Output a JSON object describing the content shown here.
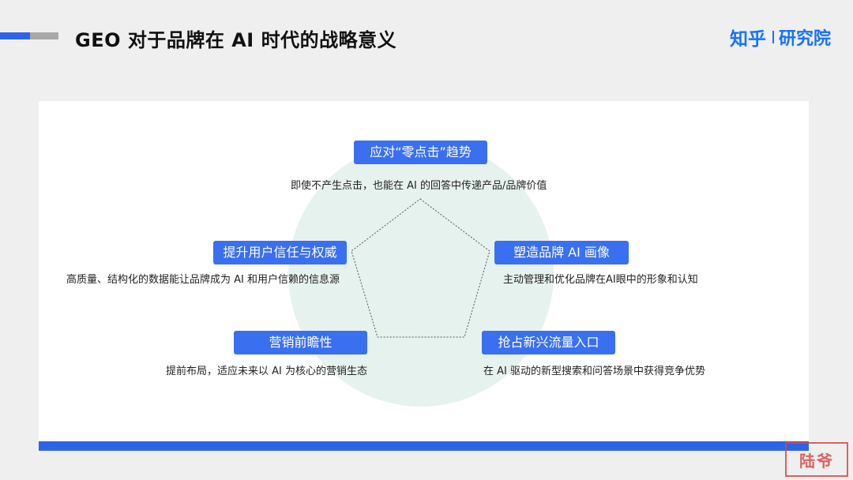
{
  "header": {
    "title": "GEO 对于品牌在 AI 时代的战略意义",
    "logo_main": "知乎",
    "logo_sub": "研究院"
  },
  "nodes": [
    {
      "label": "应对“零点击”趋势",
      "desc": "即使不产生点击，也能在 AI 的回答中传递产品/品牌价值"
    },
    {
      "label": "塑造品牌 AI 画像",
      "desc": "主动管理和优化品牌在AI眼中的形象和认知"
    },
    {
      "label": "抢占新兴流量入口",
      "desc": "在 AI 驱动的新型搜索和问答场景中获得竞争优势"
    },
    {
      "label": "营销前瞻性",
      "desc": "提前布局，适应未来以 AI 为核心的营销生态"
    },
    {
      "label": "提升用户信任与权威",
      "desc": "高质量、结构化的数据能让品牌成为 AI 和用户信赖的信息源"
    }
  ],
  "watermark": "陆爷",
  "colors": {
    "accent": "#2f63e6",
    "pill": "#3a6ff0",
    "logo": "#1771ff",
    "circle": "#e6f2ee"
  }
}
